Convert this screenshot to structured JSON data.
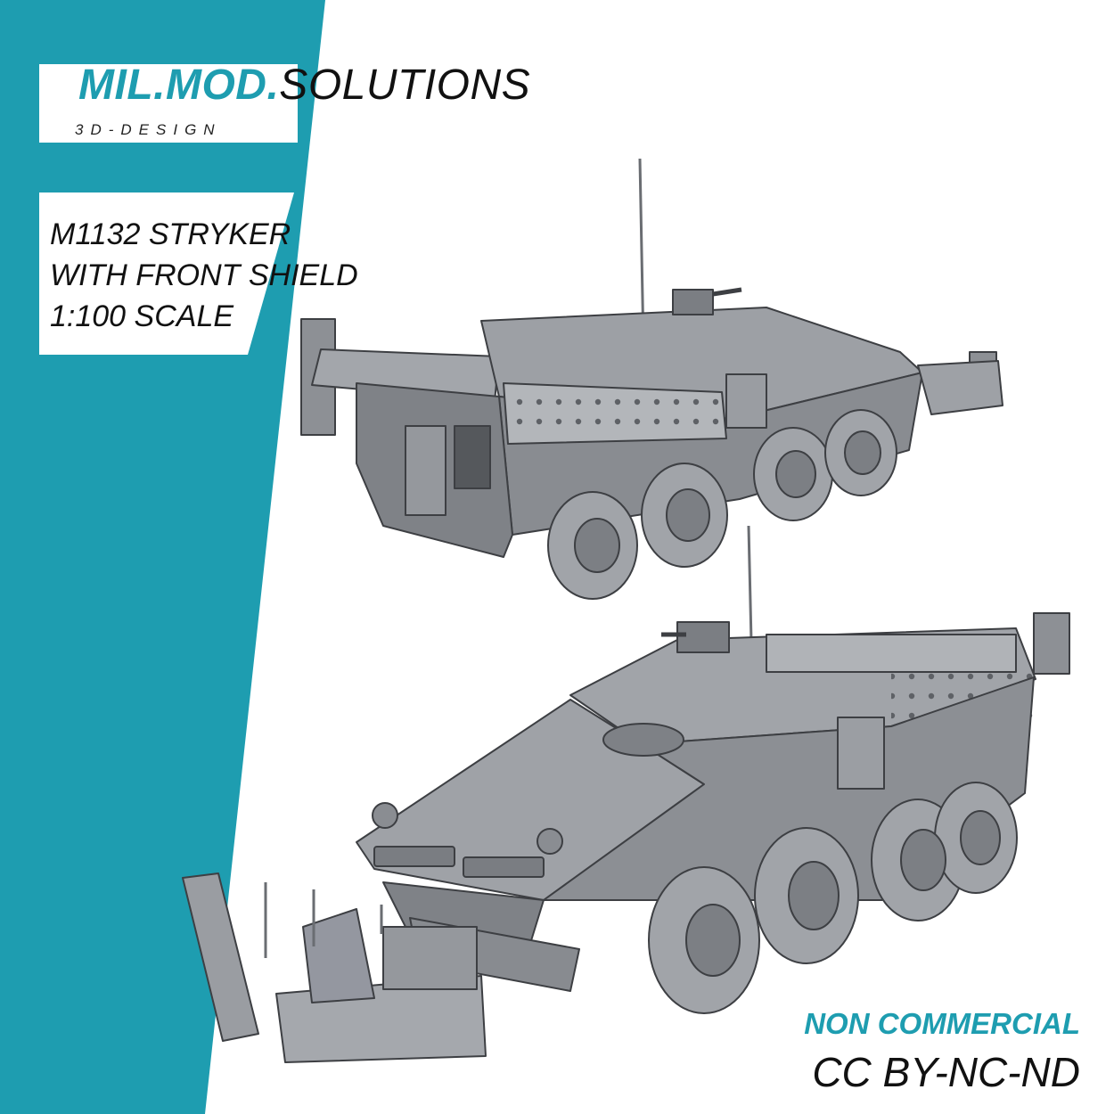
{
  "brand": {
    "name_accent": "MIL.MOD.",
    "name_rest": "SOLUTIONS",
    "tagline": "3D-DESIGN"
  },
  "product": {
    "lines": [
      "M1132 STRYKER",
      "WITH FRONT SHIELD",
      "1:100 SCALE"
    ]
  },
  "license": {
    "label": "NON COMMERCIAL",
    "code": "CC BY-NC-ND"
  },
  "colors": {
    "accent": "#1e9db0",
    "text": "#111111",
    "model": "#8e9196"
  }
}
